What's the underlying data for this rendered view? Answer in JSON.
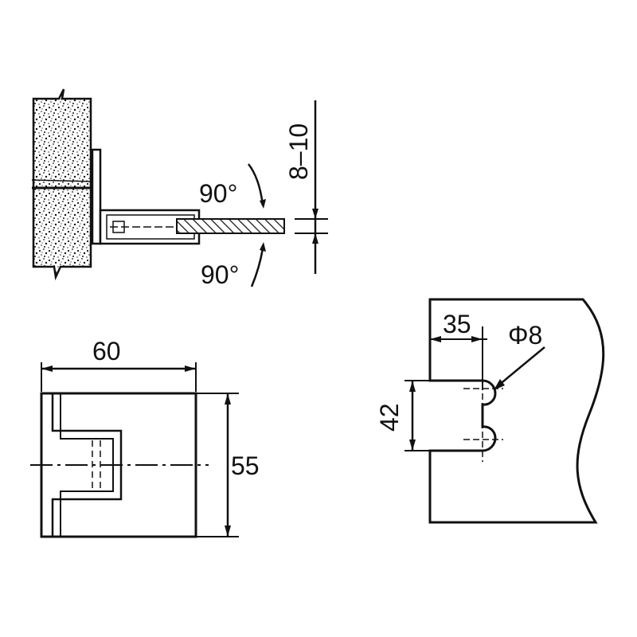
{
  "diagram": {
    "side_view": {
      "glass_thickness_label": "8–10",
      "angle_top_label": "90°",
      "angle_bottom_label": "90°"
    },
    "front_view": {
      "width_label": "60",
      "height_label": "55"
    },
    "glass_cutout": {
      "edge_offset_label": "35",
      "notch_height_label": "42",
      "hole_diameter_label": "Φ8"
    },
    "colors": {
      "line": "#111111",
      "background": "#ffffff"
    }
  }
}
